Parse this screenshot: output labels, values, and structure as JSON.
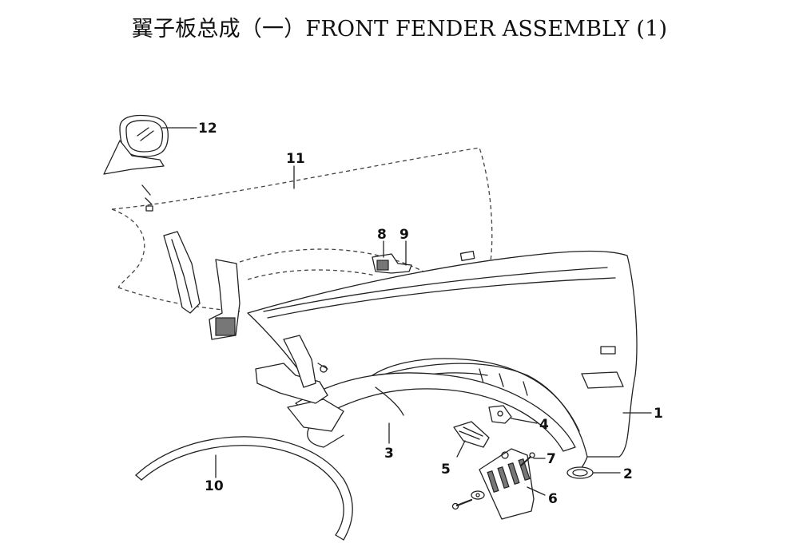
{
  "title": "翼子板总成（一）FRONT FENDER ASSEMBLY (1)",
  "callouts": [
    "1",
    "2",
    "3",
    "4",
    "5",
    "6",
    "7",
    "8",
    "9",
    "10",
    "11",
    "12"
  ]
}
